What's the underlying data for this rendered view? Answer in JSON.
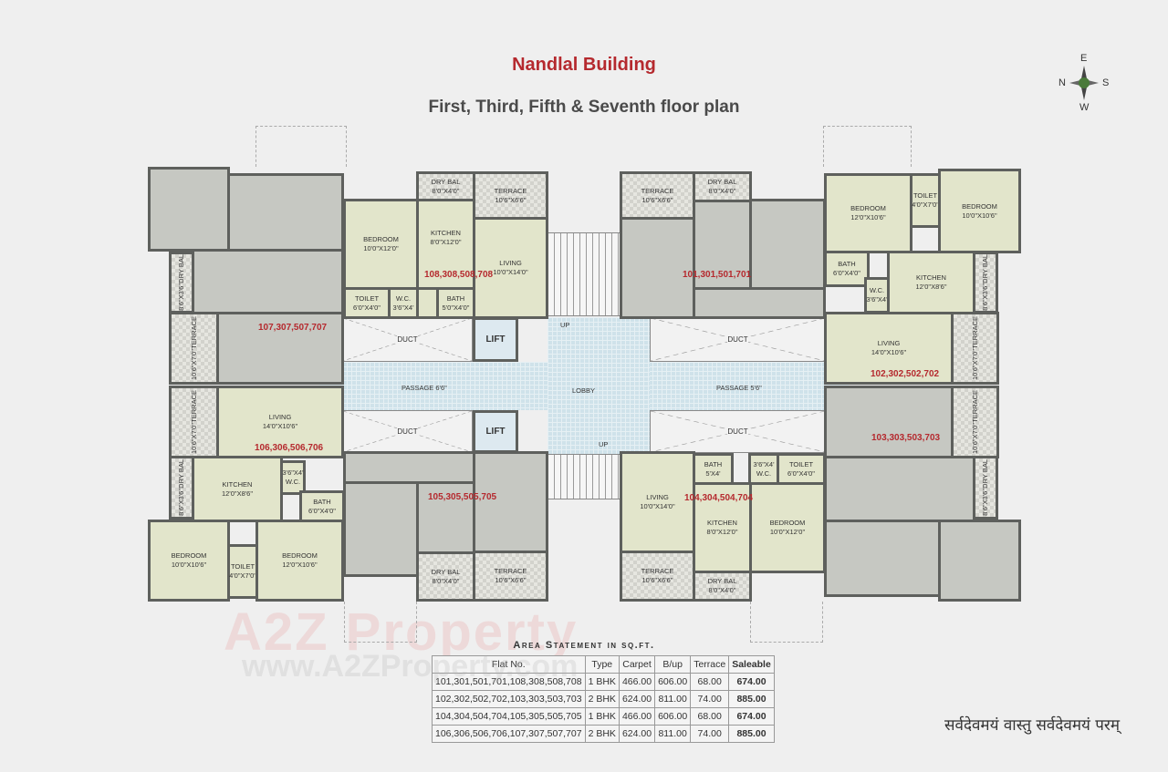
{
  "title": "Nandlal Building",
  "subtitle": "First, Third, Fifth & Seventh floor plan",
  "compass": {
    "n": "N",
    "e": "E",
    "s": "S",
    "w": "W"
  },
  "common": {
    "duct": "DUCT",
    "lift": "LIFT",
    "passage_left": "PASSAGE 6'6\"",
    "passage_right": "PASSAGE 5'6\"",
    "lobby": "LOBBY",
    "up": "UP"
  },
  "units": {
    "u107": {
      "number": "107,307,507,707",
      "rooms": [
        {
          "name": "DRY BAL",
          "size": "8'6\"X3'6\""
        },
        {
          "name": "TERRACE",
          "size": "10'6\"X7'0\""
        }
      ]
    },
    "u108": {
      "number": "108,308,508,708",
      "rooms": [
        {
          "name": "BEDROOM",
          "size": "10'0\"X12'0\""
        },
        {
          "name": "KITCHEN",
          "size": "8'0\"X12'0\""
        },
        {
          "name": "DRY BAL",
          "size": "8'0\"X4'0\""
        },
        {
          "name": "TERRACE",
          "size": "10'6\"X6'6\""
        },
        {
          "name": "LIVING",
          "size": "10'0\"X14'0\""
        },
        {
          "name": "TOILET",
          "size": "6'0\"X4'0\""
        },
        {
          "name": "W.C.",
          "size": "3'6\"X4'"
        },
        {
          "name": "BATH",
          "size": "5'0\"X4'0\""
        }
      ]
    },
    "u101": {
      "number": "101,301,501,701",
      "rooms": [
        {
          "name": "TERRACE",
          "size": "10'6\"X6'6\""
        },
        {
          "name": "DRY BAL",
          "size": "8'0\"X4'0\""
        }
      ]
    },
    "u102": {
      "number": "102,302,502,702",
      "rooms": [
        {
          "name": "BEDROOM",
          "size": "12'0\"X10'6\""
        },
        {
          "name": "TOILET",
          "size": "4'0\"X7'0\""
        },
        {
          "name": "BEDROOM",
          "size": "10'0\"X10'6\""
        },
        {
          "name": "BATH",
          "size": "6'0\"X4'0\""
        },
        {
          "name": "KITCHEN",
          "size": "12'0\"X8'6\""
        },
        {
          "name": "W.C.",
          "size": "3'6\"X4'"
        },
        {
          "name": "DRY BAL",
          "size": "8'6\"X3'6\""
        },
        {
          "name": "LIVING",
          "size": "14'0\"X10'6\""
        },
        {
          "name": "TERRACE",
          "size": "10'6\"X7'0\""
        }
      ]
    },
    "u106": {
      "number": "106,306,506,706",
      "rooms": [
        {
          "name": "TERRACE",
          "size": "10'6\"X7'0\""
        },
        {
          "name": "LIVING",
          "size": "14'0\"X10'6\""
        },
        {
          "name": "DRY BAL",
          "size": "8'6\"X3'6\""
        },
        {
          "name": "KITCHEN",
          "size": "12'0\"X8'6\""
        },
        {
          "name": "W.C.",
          "size": "3'6\"X4'"
        },
        {
          "name": "BATH",
          "size": "6'0\"X4'0\""
        },
        {
          "name": "BEDROOM",
          "size": "10'0\"X10'6\""
        },
        {
          "name": "TOILET",
          "size": "4'0\"X7'0\""
        },
        {
          "name": "BEDROOM",
          "size": "12'0\"X10'6\""
        }
      ]
    },
    "u105": {
      "number": "105,305,505,705",
      "rooms": [
        {
          "name": "DRY BAL",
          "size": "8'0\"X4'0\""
        },
        {
          "name": "TERRACE",
          "size": "10'6\"X6'6\""
        }
      ]
    },
    "u104": {
      "number": "104,304,504,704",
      "rooms": [
        {
          "name": "LIVING",
          "size": "10'0\"X14'0\""
        },
        {
          "name": "BATH",
          "size": "5'X4'"
        },
        {
          "name": "W.C.",
          "size": "3'6\"X4'"
        },
        {
          "name": "TOILET",
          "size": "6'0\"X4'0\""
        },
        {
          "name": "KITCHEN",
          "size": "8'0\"X12'0\""
        },
        {
          "name": "BEDROOM",
          "size": "10'0\"X12'0\""
        },
        {
          "name": "TERRACE",
          "size": "10'6\"X6'6\""
        },
        {
          "name": "DRY BAL",
          "size": "8'0\"X4'0\""
        }
      ]
    },
    "u103": {
      "number": "103,303,503,703",
      "rooms": [
        {
          "name": "TERRACE",
          "size": "10'6\"X7'0\""
        },
        {
          "name": "DRY BAL",
          "size": "8'6\"X3'6\""
        }
      ]
    }
  },
  "area_statement": {
    "title": "Area Statement in sq.ft.",
    "headers": [
      "Flat No.",
      "Type",
      "Carpet",
      "B/up",
      "Terrace",
      "Saleable"
    ],
    "rows": [
      [
        "101,301,501,701,108,308,508,708",
        "1 BHK",
        "466.00",
        "606.00",
        "68.00",
        "674.00"
      ],
      [
        "102,302,502,702,103,303,503,703",
        "2 BHK",
        "624.00",
        "811.00",
        "74.00",
        "885.00"
      ],
      [
        "104,304,504,704,105,305,505,705",
        "1 BHK",
        "466.00",
        "606.00",
        "68.00",
        "674.00"
      ],
      [
        "106,306,506,706,107,307,507,707",
        "2 BHK",
        "624.00",
        "811.00",
        "74.00",
        "885.00"
      ]
    ]
  },
  "motto": "सर्वदेवमयं वास्तु सर्वदेवमयं परम्",
  "watermark": "A2Z Property",
  "watermark_url": "www.A2ZProperty.com",
  "colors": {
    "title": "#b5292e",
    "unit_number": "#b5292e",
    "wall": "#5e605d",
    "room_beige": "#e2e5cb",
    "room_grey": "#c6c8c2",
    "passage": "#cfe2ea"
  }
}
